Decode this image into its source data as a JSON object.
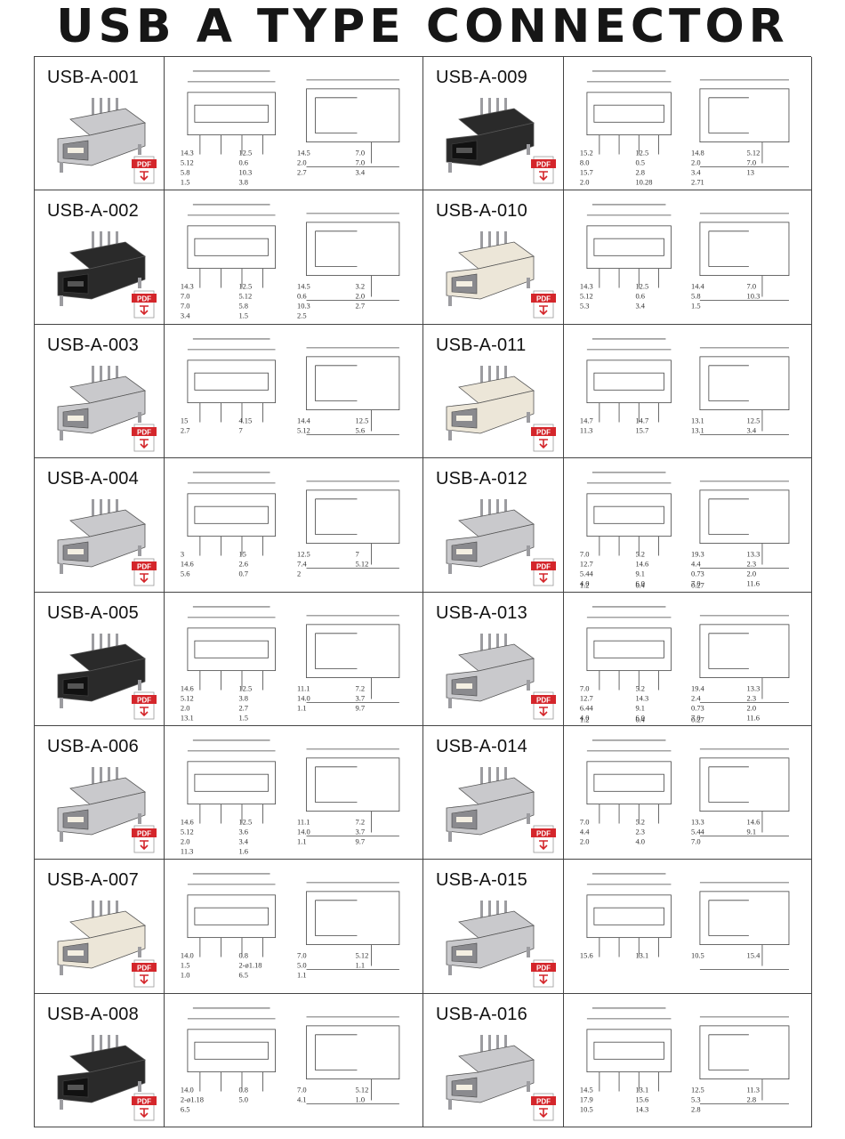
{
  "title": "USB A TYPE CONNECTOR",
  "icons": {
    "pdf": "pdf-download-icon"
  },
  "pdf_label": "PDF",
  "colors": {
    "pdf_red": "#d4262b",
    "line": "#444444"
  },
  "products": [
    {
      "code": "USB-A-001",
      "finish": "silver",
      "dims": [
        "14.3",
        "12.5",
        "14.5",
        "7.0",
        "5.12",
        "0.6",
        "2.0",
        "7.0",
        "5.8",
        "10.3",
        "2.7",
        "3.4",
        "1.5",
        "3.8"
      ]
    },
    {
      "code": "USB-A-002",
      "finish": "black",
      "dims": [
        "14.3",
        "12.5",
        "14.5",
        "3.2",
        "7.0",
        "5.12",
        "0.6",
        "2.0",
        "7.0",
        "5.8",
        "10.3",
        "2.7",
        "3.4",
        "1.5",
        "2.5"
      ]
    },
    {
      "code": "USB-A-003",
      "finish": "silver",
      "dims": [
        "15",
        "4.15",
        "14.4",
        "12.5",
        "2.7",
        "7",
        "5.12",
        "5.6"
      ]
    },
    {
      "code": "USB-A-004",
      "finish": "silver",
      "dims": [
        "3",
        "15",
        "12.5",
        "7",
        "14.6",
        "2.6",
        "7.4",
        "5.12",
        "5.6",
        "0.7",
        "2"
      ]
    },
    {
      "code": "USB-A-005",
      "finish": "black",
      "dims": [
        "14.6",
        "12.5",
        "11.1",
        "7.2",
        "5.12",
        "3.8",
        "14.0",
        "3.7",
        "2.0",
        "2.7",
        "1.1",
        "9.7",
        "13.1",
        "1.5"
      ]
    },
    {
      "code": "USB-A-006",
      "finish": "silver",
      "dims": [
        "14.6",
        "12.5",
        "11.1",
        "7.2",
        "5.12",
        "3.6",
        "14.0",
        "3.7",
        "2.0",
        "3.4",
        "1.1",
        "9.7",
        "11.3",
        "1.6"
      ]
    },
    {
      "code": "USB-A-007",
      "finish": "white",
      "dims": [
        "14.0",
        "0.8",
        "7.0",
        "5.12",
        "1.5",
        "2-ø1.18",
        "5.0",
        "1.1",
        "1.0",
        "6.5",
        "1.1"
      ]
    },
    {
      "code": "USB-A-008",
      "finish": "black",
      "dims": [
        "14.0",
        "0.8",
        "7.0",
        "5.12",
        "2-ø1.18",
        "5.0",
        "4.1",
        "1.0",
        "6.5"
      ]
    },
    {
      "code": "USB-A-009",
      "finish": "black",
      "dims": [
        "15.2",
        "12.5",
        "14.8",
        "5.12",
        "8.0",
        "0.5",
        "2.0",
        "7.0",
        "15.7",
        "2.8",
        "3.4",
        "13",
        "2.0",
        "10.28",
        "2.71"
      ]
    },
    {
      "code": "USB-A-010",
      "finish": "white",
      "dims": [
        "14.3",
        "12.5",
        "14.4",
        "7.0",
        "5.12",
        "0.6",
        "5.8",
        "10.3",
        "5.3",
        "3.4",
        "1.5"
      ]
    },
    {
      "code": "USB-A-011",
      "finish": "white",
      "dims": [
        "14.7",
        "14.7",
        "13.1",
        "12.5",
        "11.3",
        "15.7",
        "13.1",
        "3.4"
      ]
    },
    {
      "code": "USB-A-012",
      "finish": "silver",
      "dims": [
        "7.0",
        "5.2",
        "19.3",
        "13.3",
        "12.7",
        "14.6",
        "4.4",
        "2.3",
        "5.44",
        "9.1",
        "0.73",
        "2.0",
        "4.0",
        "6.0",
        "7.0",
        "11.6",
        "1.2",
        "0.4",
        "0.27"
      ]
    },
    {
      "code": "USB-A-013",
      "finish": "silver",
      "dims": [
        "7.0",
        "5.2",
        "19.4",
        "13.3",
        "12.7",
        "14.3",
        "2.4",
        "2.3",
        "6.44",
        "9.1",
        "0.73",
        "2.0",
        "4.0",
        "6.0",
        "7.0",
        "11.6",
        "1.2",
        "0.4",
        "0.27"
      ]
    },
    {
      "code": "USB-A-014",
      "finish": "silver",
      "dims": [
        "7.0",
        "5.2",
        "13.3",
        "14.6",
        "4.4",
        "2.3",
        "5.44",
        "9.1",
        "2.0",
        "4.0",
        "7.0"
      ]
    },
    {
      "code": "USB-A-015",
      "finish": "silver",
      "dims": [
        "15.6",
        "13.1",
        "10.5",
        "15.4"
      ]
    },
    {
      "code": "USB-A-016",
      "finish": "silver",
      "dims": [
        "14.5",
        "13.1",
        "12.5",
        "11.3",
        "17.9",
        "15.6",
        "5.3",
        "2.8",
        "10.5",
        "14.3",
        "2.8"
      ]
    }
  ]
}
